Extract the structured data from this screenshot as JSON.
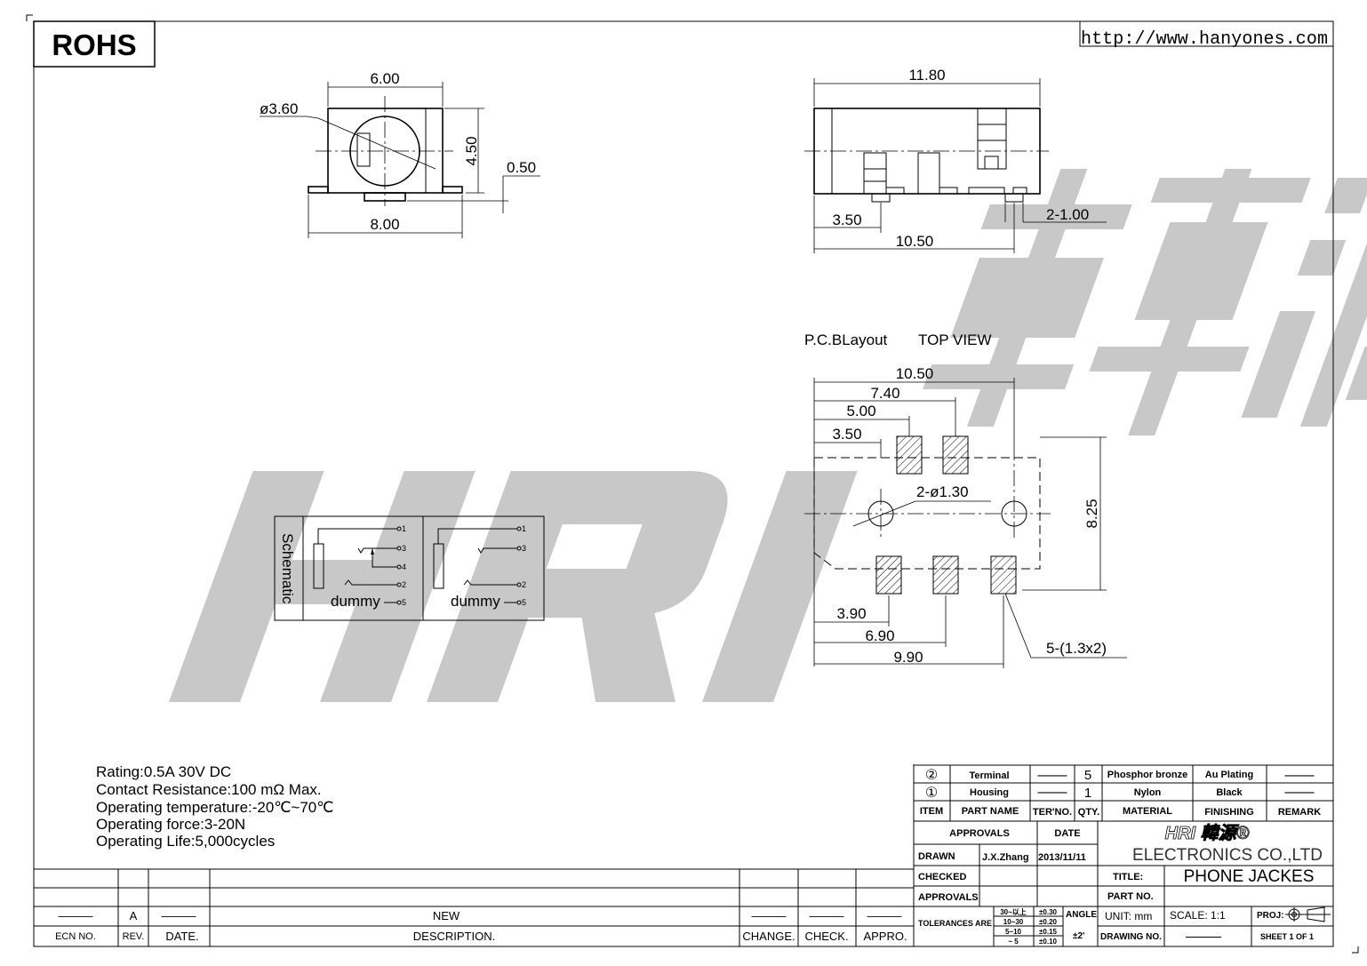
{
  "header": {
    "rohs": "ROHS",
    "url": "http://www.hanyones.com"
  },
  "watermark": {
    "logo": "HRI 韓源"
  },
  "front_view": {
    "dims": {
      "width_top": "6.00",
      "diameter": "ø3.60",
      "height": "4.50",
      "offset": "0.50",
      "width_bottom": "8.00"
    }
  },
  "side_view": {
    "dims": {
      "length": "11.80",
      "pin1": "3.50",
      "pin2": "10.50",
      "pin_width": "2-1.00"
    }
  },
  "pcb_layout": {
    "title": "P.C.BLayout",
    "view": "TOP VIEW",
    "dims": {
      "d1050": "10.50",
      "d740": "7.40",
      "d500": "5.00",
      "d350": "3.50",
      "holes": "2-ø1.30",
      "height": "8.25",
      "d390": "3.90",
      "d690": "6.90",
      "d990": "9.90",
      "pads": "5-(1.3x2)"
    }
  },
  "schematic": {
    "label": "Schematic",
    "left": {
      "pins": [
        "1",
        "3",
        "4",
        "2",
        "5"
      ],
      "dummy": "dummy"
    },
    "right": {
      "pins": [
        "1",
        "3",
        "2",
        "5"
      ],
      "dummy": "dummy"
    }
  },
  "specs": [
    "Rating:0.5A  30V DC",
    "Contact  Resistance:100  mΩ  Max.",
    "Operating  temperature:-20℃~70℃",
    "Operating  force:3-20N",
    "Operating  Life:5,000cycles"
  ],
  "revision_table": {
    "row": {
      "ecn": "———",
      "rev": "A",
      "date": "———",
      "description": "NEW",
      "change": "———",
      "check": "———",
      "appro": "———"
    },
    "headers": {
      "ecn": "ECN NO.",
      "rev": "REV.",
      "date": "DATE.",
      "description": "DESCRIPTION.",
      "change": "CHANGE.",
      "check": "CHECK.",
      "appro": "APPRO."
    }
  },
  "bom": {
    "rows": [
      {
        "item": "②",
        "part_name": "Terminal",
        "ter_no": "———",
        "qty": "5",
        "material": "Phosphor bronze",
        "finishing": "Au Plating",
        "remark": "———"
      },
      {
        "item": "①",
        "part_name": "Housing",
        "ter_no": "———",
        "qty": "1",
        "material": "Nylon",
        "finishing": "Black",
        "remark": "———"
      }
    ],
    "headers": {
      "item": "ITEM",
      "part_name": "PART NAME",
      "ter_no": "TER'NO.",
      "qty": "QTY.",
      "material": "MATERIAL",
      "finishing": "FINISHING",
      "remark": "REMARK"
    }
  },
  "title_block": {
    "approvals_header": "APPROVALS",
    "date_header": "DATE",
    "drawn_label": "DRAWN",
    "drawn_by": "J.X.Zhang",
    "drawn_date": "2013/11/11",
    "checked_label": "CHECKED",
    "approvals_label": "APPROVALS",
    "logo": "HRI 韓源®",
    "company": "ELECTRONICS  CO.,LTD",
    "title_label": "TITLE:",
    "title": "PHONE  JACKES",
    "part_no_label": "PART  NO.",
    "tolerances_label": "TOLERANCES  ARE",
    "tolerances": [
      {
        "range": "30~以上",
        "value": "±0.30"
      },
      {
        "range": "10~30",
        "value": "±0.20"
      },
      {
        "range": "5~10",
        "value": "±0.15"
      },
      {
        "range": "~ 5",
        "value": "±0.10"
      }
    ],
    "angle_label": "ANGLE",
    "angle_value": "±2'",
    "unit": "UNIT:  mm",
    "scale": "SCALE:   1:1",
    "proj": "PROJ:",
    "drawing_no_label": "DRAWING  NO.",
    "drawing_no": "————",
    "sheet": "SHEET   1  OF  1"
  }
}
